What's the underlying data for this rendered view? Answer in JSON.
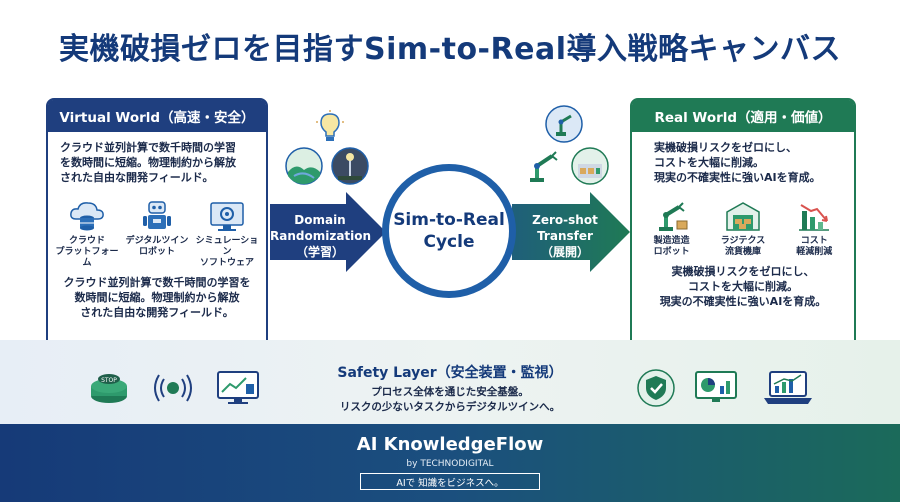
{
  "title": "実機破損ゼロを目指すSim-to-Real導入戦略キャンバス",
  "virtual": {
    "header": "Virtual World（高速・安全）",
    "text_top": "クラウド並列計算で数千時間の学習\nを数時間に短縮。物理制約から解放\nされた自由な開発フィールド。",
    "icons": [
      {
        "icon": "cloud-server-icon",
        "label": "クラウド\nプラットフォーム"
      },
      {
        "icon": "robot-icon",
        "label": "デジタルツイン\nロボット"
      },
      {
        "icon": "simulation-monitor-icon",
        "label": "シミュレーション\nソフトウェア"
      }
    ],
    "text_bottom": "クラウド並列計算で数千時間の学習を\n数時間に短縮。物理制約から解放\nされた自由な開発フィールド。"
  },
  "real": {
    "header": "Real World（適用・価値）",
    "text_top": "実機破損リスクをゼロにし、\nコストを大幅に削減。\n現実の不確実性に強いAIを育成。",
    "icons": [
      {
        "icon": "robot-arm-icon",
        "label": "製造造造\nロボット"
      },
      {
        "icon": "warehouse-icon",
        "label": "ラジテクス\n流貨機庫"
      },
      {
        "icon": "cost-down-chart-icon",
        "label": "コスト\n軽減削減"
      }
    ],
    "text_bottom": "実機破損リスクをゼロにし、\nコストを大幅に削減。\n現実の不確実性に強いAIを育成。"
  },
  "arrows": {
    "left": "Domain\nRandomization\n（学習）",
    "right": "Zero-shot\nTransfer\n（展開）"
  },
  "cycle": "Sim-to-Real\nCycle",
  "safety": {
    "title": "Safety Layer（安全装置・監視）",
    "text": "プロセス全体を通じた安全基盤。\nリスクの少ないタスクからデジタルツインへ。",
    "left_icons": [
      "stop-button-icon",
      "sensor-icon",
      "monitor-dashboard-icon"
    ],
    "right_icons": [
      "shield-check-icon",
      "analytics-monitor-icon",
      "laptop-chart-icon"
    ]
  },
  "decor_icons": {
    "left": [
      "lightbulb-icon",
      "landscape-icon",
      "street-light-icon"
    ],
    "right": [
      "robot-arm-icon",
      "industrial-robot-icon",
      "factory-floor-icon"
    ]
  },
  "footer": {
    "brand": "AI KnowledgeFlow",
    "sub": "by TECHNODIGITAL",
    "tagline": "AIで 知識をビジネスへ。"
  },
  "colors": {
    "navy": "#143a7a",
    "blue": "#1f5fa8",
    "green": "#1f7a55"
  }
}
